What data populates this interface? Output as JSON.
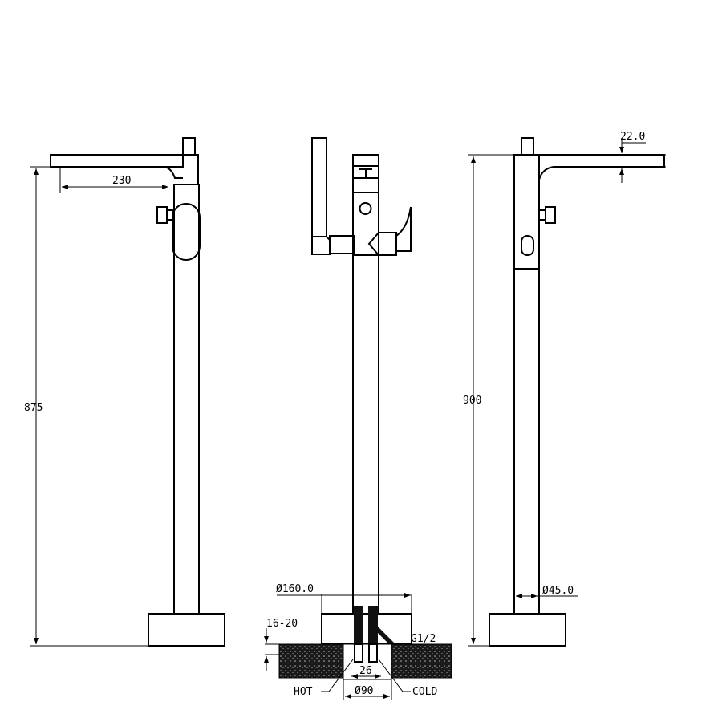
{
  "drawing": {
    "title": "Freestanding bath mixer technical drawing",
    "views": [
      "side-left",
      "front",
      "side-right"
    ],
    "dimensions": {
      "left_height": "875",
      "spout_reach": "230",
      "right_height": "900",
      "spout_thickness": "22.0",
      "column_diameter": "Ø45.0",
      "base_diameter": "Ø160.0",
      "floor_thickness": "16-20",
      "thread": "G1/2",
      "pipe_spacing": "26",
      "hole_diameter": "Ø90",
      "hot_label": "HOT",
      "cold_label": "COLD"
    },
    "colors": {
      "line": "#000000",
      "background": "#ffffff"
    }
  }
}
